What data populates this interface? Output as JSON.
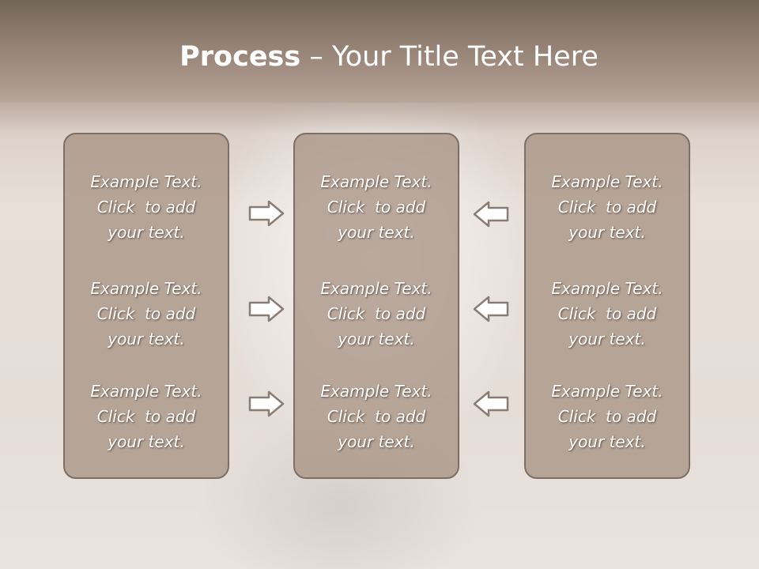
{
  "title": {
    "bold": "Process",
    "rest": " – Your Title Text Here"
  },
  "columns": [
    {
      "items": [
        {
          "line1": "Example Text.",
          "line2": "Click  to add",
          "line3": "your text."
        },
        {
          "line1": "Example Text.",
          "line2": "Click  to add",
          "line3": "your text."
        },
        {
          "line1": "Example Text.",
          "line2": "Click  to add",
          "line3": "your text."
        }
      ]
    },
    {
      "items": [
        {
          "line1": "Example Text.",
          "line2": "Click  to add",
          "line3": "your text."
        },
        {
          "line1": "Example Text.",
          "line2": "Click  to add",
          "line3": "your text."
        },
        {
          "line1": "Example Text.",
          "line2": "Click  to add",
          "line3": "your text."
        }
      ]
    },
    {
      "items": [
        {
          "line1": "Example Text.",
          "line2": "Click  to add",
          "line3": "your text."
        },
        {
          "line1": "Example Text.",
          "line2": "Click  to add",
          "line3": "your text."
        },
        {
          "line1": "Example Text.",
          "line2": "Click  to add",
          "line3": "your text."
        }
      ]
    }
  ],
  "arrows": {
    "left_group": "right-arrow-icon",
    "right_group": "left-arrow-icon"
  },
  "colors": {
    "title_band": "#8e7c6f",
    "box_fill": "#a89484",
    "box_border": "#7d6e66",
    "text": "#ffffff"
  }
}
